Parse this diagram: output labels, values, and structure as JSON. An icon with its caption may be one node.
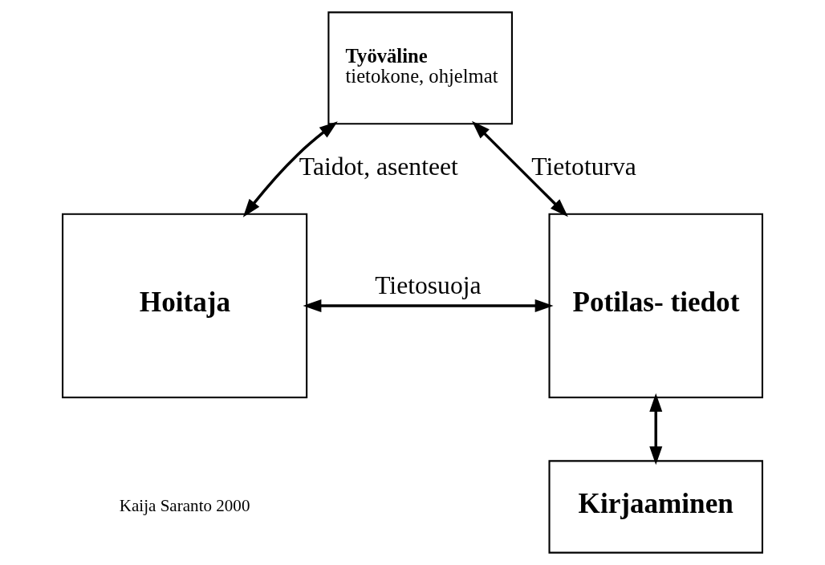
{
  "diagram": {
    "nodes": [
      {
        "text": [
          "Työväline",
          "tietokone, ohjelmat"
        ]
      },
      {
        "text": [
          "Hoitaja"
        ]
      },
      {
        "text": [
          "Potilas- tiedot"
        ]
      },
      {
        "text": [
          "Kirjaaminen"
        ]
      }
    ],
    "edges": [
      {
        "from": 1,
        "to": 0,
        "arrow": "both",
        "label": "Taidot, asenteet"
      },
      {
        "from": 0,
        "to": 2,
        "arrow": "both",
        "label": "Tietoturva"
      },
      {
        "from": 1,
        "to": 2,
        "arrow": "both",
        "label": "Tietosuoja"
      },
      {
        "from": 2,
        "to": 3,
        "arrow": "both"
      }
    ],
    "labels": [
      "Kaija Saranto 2000"
    ]
  }
}
